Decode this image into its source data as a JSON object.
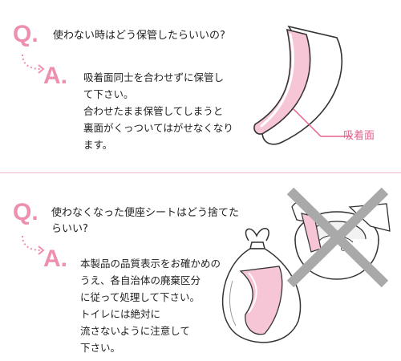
{
  "sections": [
    {
      "q_mark": "Q.",
      "a_mark": "A.",
      "question": "使わない時はどう保管したらいいの?",
      "answer_lines": [
        "吸着面同士を合わせずに保管し",
        "て下さい。",
        "合わせたまま保管してしまうと",
        "裏面がくっついてはがせなくなり",
        "ます。"
      ],
      "callout_label": "吸着面"
    },
    {
      "q_mark": "Q.",
      "a_mark": "A.",
      "question_lines": [
        "使わなくなった便座シートはどう捨てた",
        "らいい?"
      ],
      "answer_lines": [
        "本製品の品質表示をお確かめの",
        "うえ、各自治体の廃棄区分",
        "に従って処理して下さい。",
        "トイレには絶対に",
        "流さないように注意して",
        "下さい。"
      ]
    }
  ],
  "colors": {
    "accent": "#ee8fb0",
    "pink_light": "#f7c6d6",
    "divider": "#f0b6c8",
    "label": "#e5608a",
    "cross": "#a9a9a9"
  },
  "icons": {
    "arrow": "dotted-arrow-icon",
    "seat_cover": "seat-cover-illustration",
    "trash_bag": "trash-bag-illustration",
    "toilet_cross": "no-flush-illustration"
  }
}
